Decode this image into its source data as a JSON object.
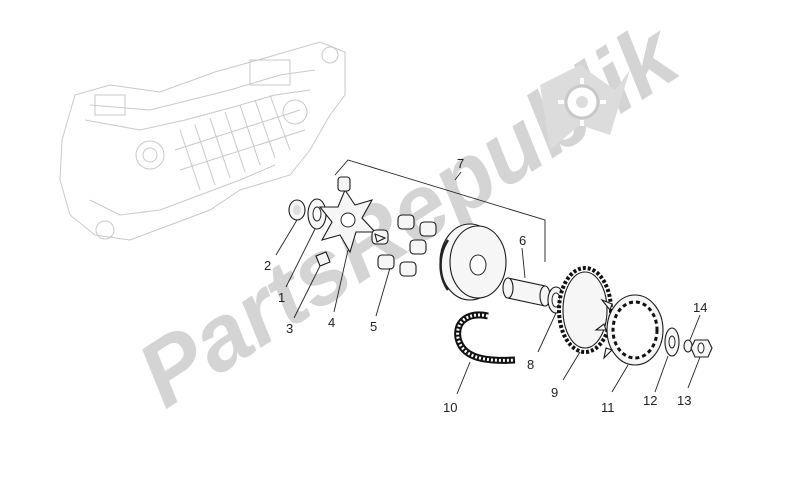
{
  "watermark": {
    "text": "PartsRepublik",
    "logo_icon": "gear-flag-icon"
  },
  "callouts": {
    "c1": "1",
    "c2": "2",
    "c3": "3",
    "c4": "4",
    "c5": "5",
    "c6": "6",
    "c7": "7",
    "c8": "8",
    "c9": "9",
    "c10": "10",
    "c11": "11",
    "c12": "12",
    "c13": "13",
    "c14": "14"
  }
}
